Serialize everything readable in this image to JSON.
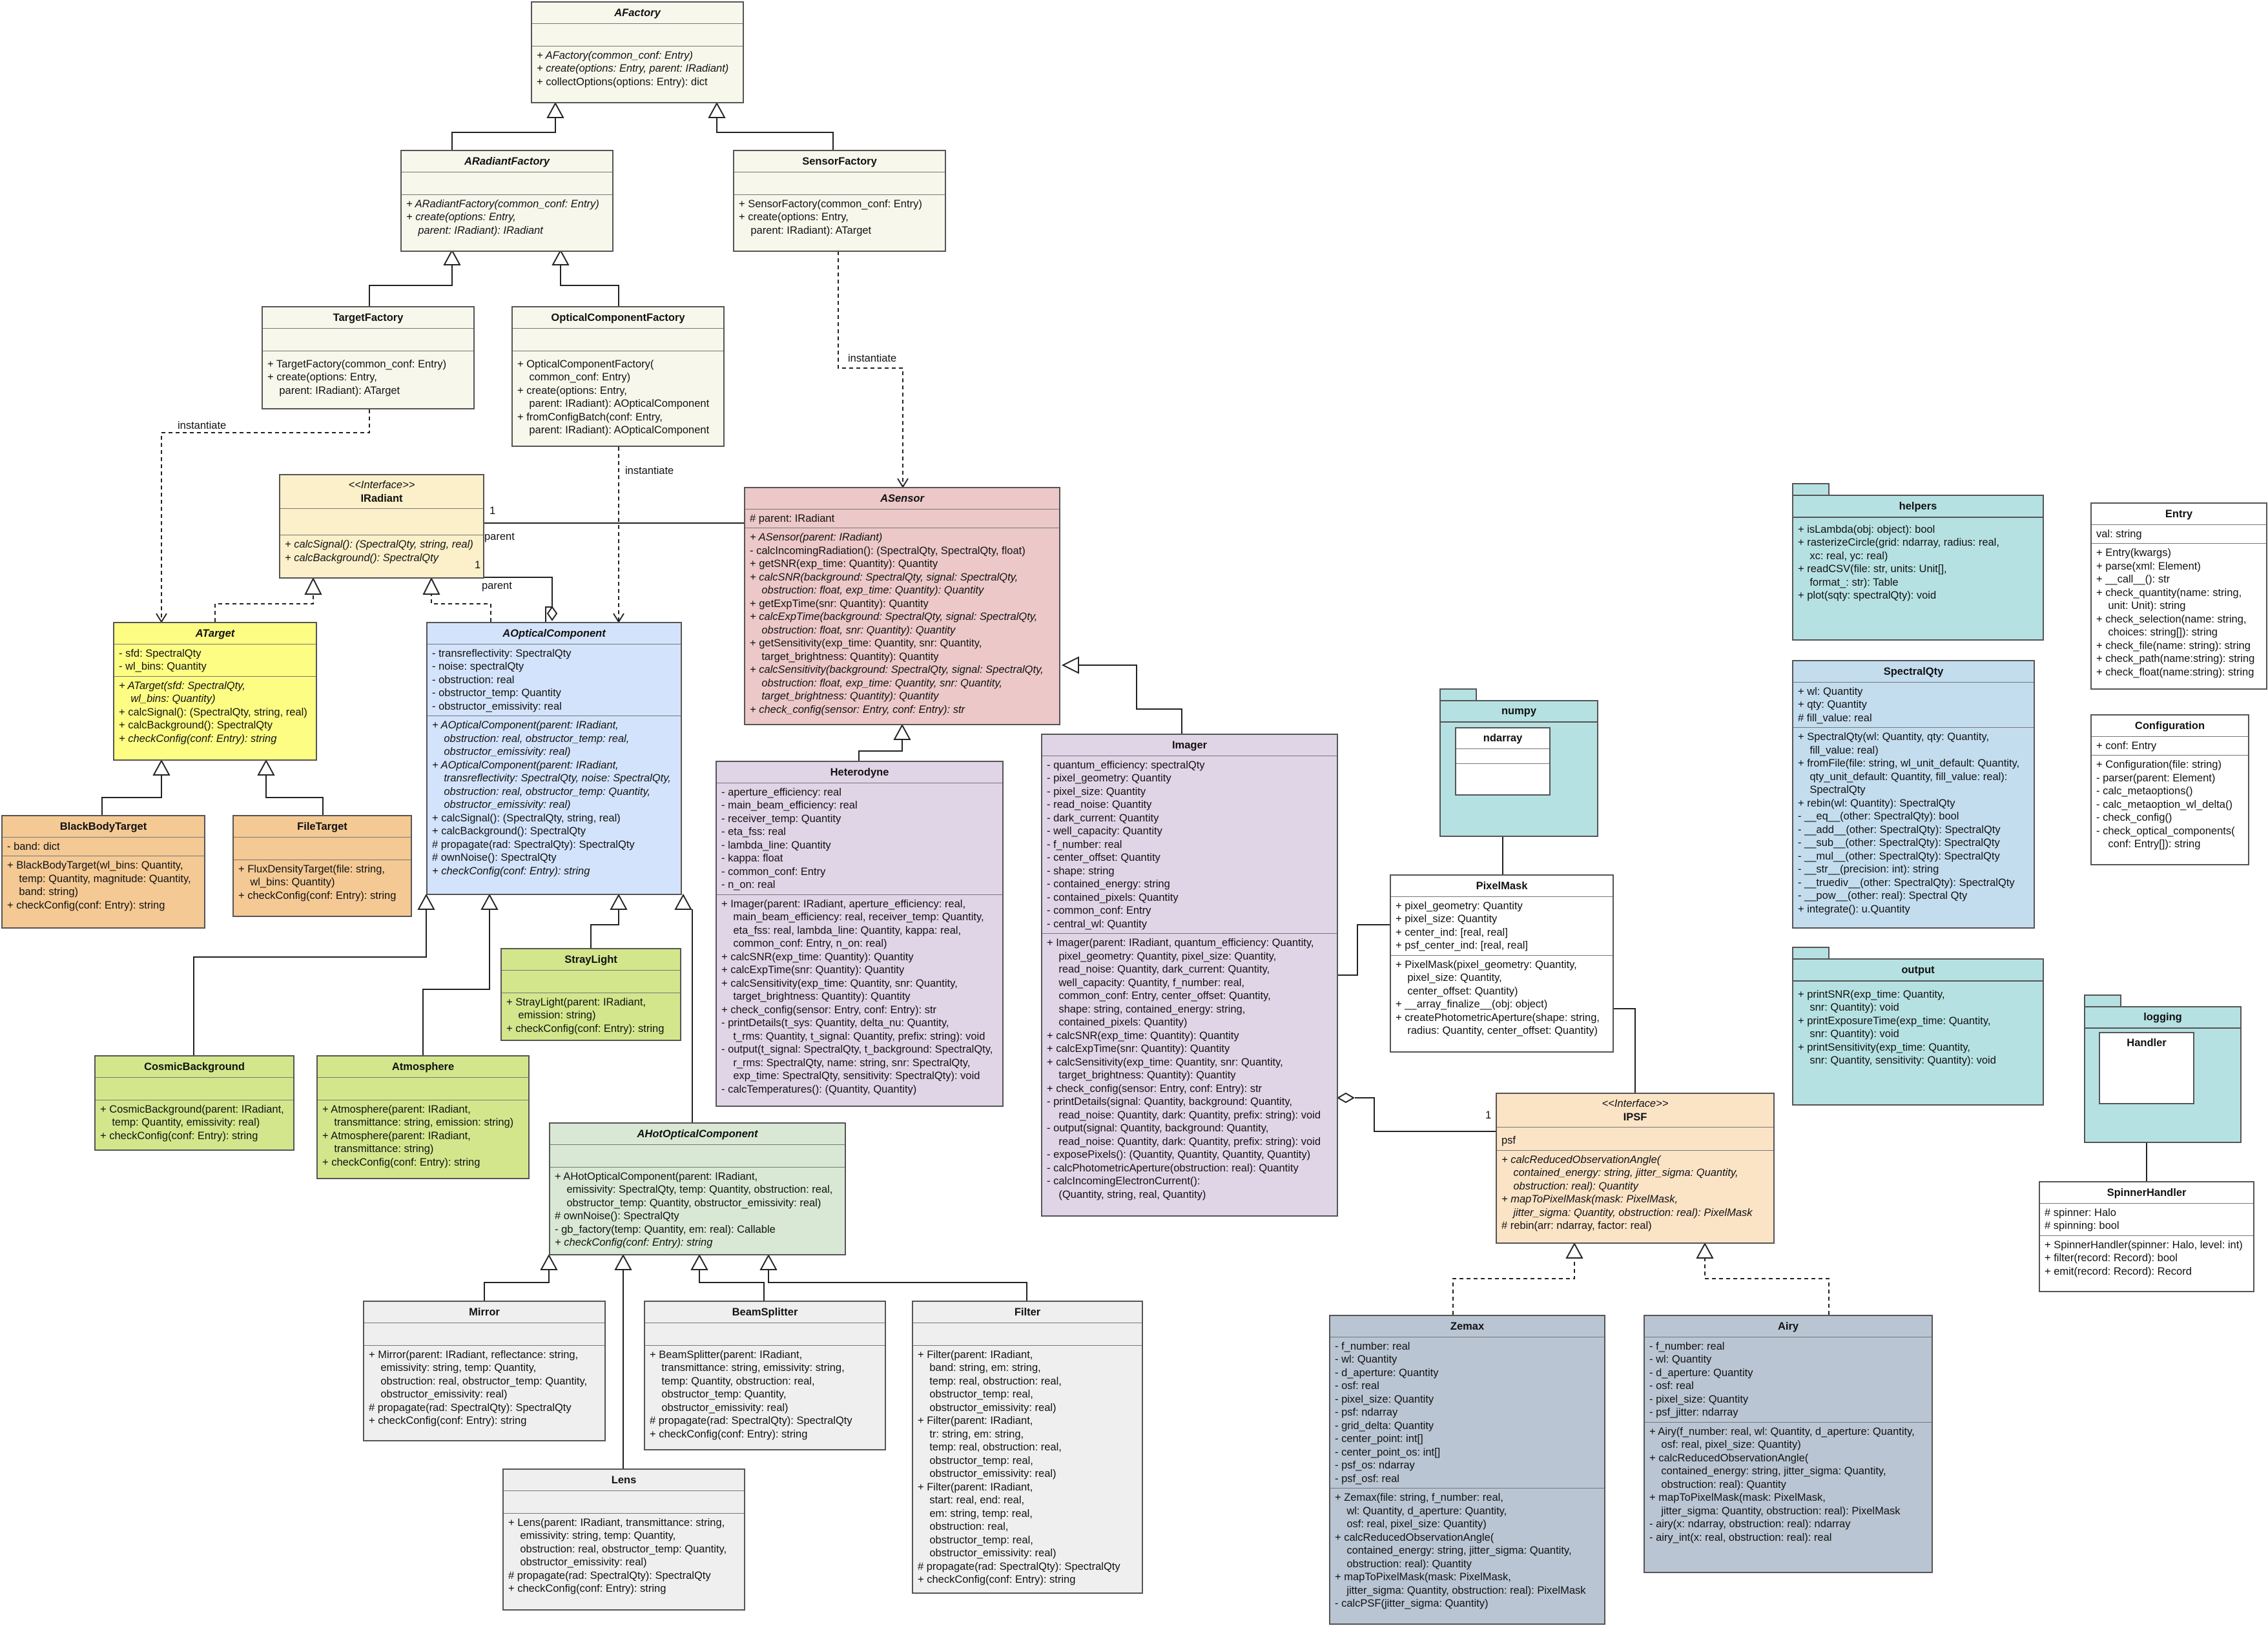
{
  "classes": {
    "afactory": {
      "name": "AFactory",
      "ops": [
        "+ AFactory(common_conf: Entry)",
        "+ create(options: Entry, parent: IRadiant)",
        "+ collectOptions(options: Entry): dict"
      ]
    },
    "aradiantfactory": {
      "name": "ARadiantFactory",
      "ops": [
        "+ ARadiantFactory(common_conf: Entry)",
        "+ create(options: Entry,\n    parent: IRadiant): IRadiant"
      ]
    },
    "sensorfactory": {
      "name": "SensorFactory",
      "ops": [
        "+ SensorFactory(common_conf: Entry)",
        "+ create(options: Entry,\n    parent: IRadiant): ATarget"
      ]
    },
    "targetfactory": {
      "name": "TargetFactory",
      "ops": [
        "+ TargetFactory(common_conf: Entry)",
        "+ create(options: Entry,\n    parent: IRadiant): ATarget"
      ]
    },
    "opticalcomponentfactory": {
      "name": "OpticalComponentFactory",
      "ops": [
        "+ OpticalComponentFactory(\n    common_conf: Entry)",
        "+ create(options: Entry,\n    parent: IRadiant): AOpticalComponent",
        "+ fromConfigBatch(conf: Entry,\n    parent: IRadiant): AOpticalComponent"
      ]
    },
    "iradiant": {
      "stereotype": "<<Interface>>",
      "name": "IRadiant",
      "ops": [
        "+ calcSignal(): (SpectralQty, string, real)",
        "+ calcBackground(): SpectralQty"
      ]
    },
    "asensor": {
      "name": "ASensor",
      "attrs": [
        "# parent: IRadiant"
      ],
      "ops": [
        "+ ASensor(parent: IRadiant)",
        "- calcIncomingRadiation(): (SpectralQty, SpectralQty, float)",
        "+ getSNR(exp_time: Quantity): Quantity",
        "+ calcSNR(background: SpectralQty, signal: SpectralQty,\n    obstruction: float, exp_time: Quantity): Quantity",
        "+ getExpTime(snr: Quantity): Quantity",
        "+ calcExpTime(background: SpectralQty, signal: SpectralQty,\n    obstruction: float, snr: Quantity): Quantity",
        "+ getSensitivity(exp_time: Quantity, snr: Quantity,\n    target_brightness: Quantity): Quantity",
        "+ calcSensitivity(background: SpectralQty, signal: SpectralQty,\n    obstruction: float, exp_time: Quantity, snr: Quantity,\n    target_brightness: Quantity): Quantity",
        "+ check_config(sensor: Entry, conf: Entry): str"
      ]
    },
    "atarget": {
      "name": "ATarget",
      "attrs": [
        "- sfd: SpectralQty",
        "- wl_bins: Quantity"
      ],
      "ops": [
        "+ ATarget(sfd: SpectralQty,\n    wl_bins: Quantity)",
        "+ calcSignal(): (SpectralQty, string, real)",
        "+ calcBackground(): SpectralQty",
        "+ checkConfig(conf: Entry): string"
      ]
    },
    "aopticalcomponent": {
      "name": "AOpticalComponent",
      "attrs": [
        "- transreflectivity: SpectralQty",
        "- noise: spectralQty",
        "- obstruction: real",
        "- obstructor_temp: Quantity",
        "- obstructor_emissivity: real"
      ],
      "ops": [
        "+ AOpticalComponent(parent: IRadiant,\n    obstruction: real, obstructor_temp: real,\n    obstructor_emissivity: real)",
        "+ AOpticalComponent(parent: IRadiant,\n    transreflectivity: SpectralQty, noise: SpectralQty,\n    obstruction: real, obstructor_temp: Quantity,\n    obstructor_emissivity: real)",
        "+ calcSignal(): (SpectralQty, string, real)",
        "+ calcBackground(): SpectralQty",
        "# propagate(rad: SpectralQty): SpectralQty",
        "# ownNoise(): SpectralQty",
        "+ checkConfig(conf: Entry): string"
      ]
    },
    "heterodyne": {
      "name": "Heterodyne",
      "attrs": [
        "- aperture_efficiency: real",
        "- main_beam_efficiency: real",
        "- receiver_temp: Quantity",
        "- eta_fss: real",
        "- lambda_line: Quantity",
        "- kappa: float",
        "- common_conf: Entry",
        "- n_on: real"
      ],
      "ops": [
        "+ Imager(parent: IRadiant, aperture_efficiency: real,\n    main_beam_efficiency: real, receiver_temp: Quantity,\n    eta_fss: real, lambda_line: Quantity, kappa: real,\n    common_conf: Entry, n_on: real)",
        "+ calcSNR(exp_time: Quantity): Quantity",
        "+ calcExpTime(snr: Quantity): Quantity",
        "+ calcSensitivity(exp_time: Quantity, snr: Quantity,\n    target_brightness: Quantity): Quantity",
        "+ check_config(sensor: Entry, conf: Entry): str",
        "- printDetails(t_sys: Quantity, delta_nu: Quantity,\n    t_rms: Quantity, t_signal: Quantity, prefix: string): void",
        "- output(t_signal: SpectralQty, t_background: SpectralQty,\n    r_rms: SpectralQty, name: string, snr: SpectralQty,\n    exp_time: SpectralQty, sensitivity: SpectralQty): void",
        "- calcTemperatures(): (Quantity, Quantity)"
      ]
    },
    "imager": {
      "name": "Imager",
      "attrs": [
        "- quantum_efficiency: spectralQty",
        "- pixel_geometry: Quantity",
        "- pixel_size: Quantity",
        "- read_noise: Quantity",
        "- dark_current: Quantity",
        "- well_capacity: Quantity",
        "- f_number: real",
        "- center_offset: Quantity",
        "- shape: string",
        "- contained_energy: string",
        "- contained_pixels: Quantity",
        "- common_conf: Entry",
        "- central_wl: Quantity"
      ],
      "ops": [
        "+ Imager(parent: IRadiant, quantum_efficiency: Quantity,\n    pixel_geometry: Quantity, pixel_size: Quantity,\n    read_noise: Quantity, dark_current: Quantity,\n    well_capacity: Quantity, f_number: real,\n    common_conf: Entry, center_offset: Quantity,\n    shape: string, contained_energy: string,\n    contained_pixels: Quantity)",
        "+ calcSNR(exp_time: Quantity): Quantity",
        "+ calcExpTime(snr: Quantity): Quantity",
        "+ calcSensitivity(exp_time: Quantity, snr: Quantity,\n    target_brightness: Quantity): Quantity",
        "+ check_config(sensor: Entry, conf: Entry): str",
        "- printDetails(signal: Quantity, background: Quantity,\n    read_noise: Quantity, dark: Quantity, prefix: string): void",
        "- output(signal: Quantity, background: Quantity,\n    read_noise: Quantity, dark: Quantity, prefix: string): void",
        "- exposePixels(): (Quantity, Quantity, Quantity, Quantity)",
        "- calcPhotometricAperture(obstruction: real): Quantity",
        "- calcIncomingElectronCurrent():\n    (Quantity, string, real, Quantity)"
      ]
    },
    "blackbodytarget": {
      "name": "BlackBodyTarget",
      "attrs": [
        "- band: dict"
      ],
      "ops": [
        "+ BlackBodyTarget(wl_bins: Quantity,\n    temp: Quantity, magnitude: Quantity,\n    band: string)",
        "+ checkConfig(conf: Entry): string"
      ]
    },
    "filetarget": {
      "name": "FileTarget",
      "ops": [
        "+ FluxDensityTarget(file: string,\n    wl_bins: Quantity)",
        "+ checkConfig(conf: Entry): string"
      ]
    },
    "straylight": {
      "name": "StrayLight",
      "ops": [
        "+ StrayLight(parent: IRadiant,\n    emission: string)",
        "+ checkConfig(conf: Entry): string"
      ]
    },
    "cosmicbackground": {
      "name": "CosmicBackground",
      "ops": [
        "+ CosmicBackground(parent: IRadiant,\n    temp: Quantity, emissivity: real)",
        "+ checkConfig(conf: Entry): string"
      ]
    },
    "atmosphere": {
      "name": "Atmosphere",
      "ops": [
        "+ Atmosphere(parent: IRadiant,\n    transmittance: string, emission: string)",
        "+ Atmosphere(parent: IRadiant,\n    transmittance: string)",
        "+ checkConfig(conf: Entry): string"
      ]
    },
    "ahotopticalcomponent": {
      "name": "AHotOpticalComponent",
      "ops": [
        "+ AHotOpticalComponent(parent: IRadiant,\n    emissivity: SpectralQty, temp: Quantity, obstruction: real,\n    obstructor_temp: Quantity, obstructor_emissivity: real)",
        "# ownNoise(): SpectralQty",
        "- gb_factory(temp: Quantity, em: real): Callable",
        "+ checkConfig(conf: Entry): string"
      ]
    },
    "mirror": {
      "name": "Mirror",
      "ops": [
        "+ Mirror(parent: IRadiant, reflectance: string,\n    emissivity: string, temp: Quantity,\n    obstruction: real, obstructor_temp: Quantity,\n    obstructor_emissivity: real)",
        "# propagate(rad: SpectralQty): SpectralQty",
        "+ checkConfig(conf: Entry): string"
      ]
    },
    "beamsplitter": {
      "name": "BeamSplitter",
      "ops": [
        "+ BeamSplitter(parent: IRadiant,\n    transmittance: string, emissivity: string,\n    temp: Quantity, obstruction: real,\n    obstructor_temp: Quantity,\n    obstructor_emissivity: real)",
        "# propagate(rad: SpectralQty): SpectralQty",
        "+ checkConfig(conf: Entry): string"
      ]
    },
    "filter": {
      "name": "Filter",
      "ops": [
        "+ Filter(parent: IRadiant,\n    band: string, em: string,\n    temp: real, obstruction: real,\n    obstructor_temp: real,\n    obstructor_emissivity: real)",
        "+ Filter(parent: IRadiant,\n    tr: string, em: string,\n    temp: real, obstruction: real,\n    obstructor_temp: real,\n    obstructor_emissivity: real)",
        "+ Filter(parent: IRadiant,\n    start: real, end: real,\n    em: string, temp: real,\n    obstruction: real,\n    obstructor_temp: real,\n    obstructor_emissivity: real)",
        "# propagate(rad: SpectralQty): SpectralQty",
        "+ checkConfig(conf: Entry): string"
      ]
    },
    "lens": {
      "name": "Lens",
      "ops": [
        "+ Lens(parent: IRadiant, transmittance: string,\n    emissivity: string, temp: Quantity,\n    obstruction: real, obstructor_temp: Quantity,\n    obstructor_emissivity: real)",
        "# propagate(rad: SpectralQty): SpectralQty",
        "+ checkConfig(conf: Entry): string"
      ]
    },
    "pixelmask": {
      "name": "PixelMask",
      "attrs": [
        "+ pixel_geometry: Quantity",
        "+ pixel_size: Quantity",
        "+ center_ind: [real, real]",
        "+ psf_center_ind: [real, real]"
      ],
      "ops": [
        "+ PixelMask(pixel_geometry: Quantity,\n    pixel_size: Quantity,\n    center_offset: Quantity)",
        "+ __array_finalize__(obj: object)",
        "+ createPhotometricAperture(shape: string,\n    radius: Quantity, center_offset: Quantity)"
      ]
    },
    "ipsf": {
      "stereotype": "<<Interface>>",
      "name": "IPSF",
      "attrs": [
        "psf"
      ],
      "ops": [
        "+ calcReducedObservationAngle(\n    contained_energy: string, jitter_sigma: Quantity,\n    obstruction: real): Quantity",
        "+ mapToPixelMask(mask: PixelMask,\n    jitter_sigma: Quantity, obstruction: real): PixelMask",
        "# rebin(arr: ndarray, factor: real)"
      ]
    },
    "zemax": {
      "name": "Zemax",
      "attrs": [
        "- f_number: real",
        "- wl: Quantity",
        "- d_aperture: Quantity",
        "- osf: real",
        "- pixel_size: Quantity",
        "- psf: ndarray",
        "- grid_delta: Quantity",
        "- center_point: int[]",
        "- center_point_os: int[]",
        "- psf_os: ndarray",
        "- psf_osf: real"
      ],
      "ops": [
        "+ Zemax(file: string, f_number: real,\n    wl: Quantity, d_aperture: Quantity,\n    osf: real, pixel_size: Quantity)",
        "+ calcReducedObservationAngle(\n    contained_energy: string, jitter_sigma: Quantity,\n    obstruction: real): Quantity",
        "+ mapToPixelMask(mask: PixelMask,\n    jitter_sigma: Quantity, obstruction: real): PixelMask",
        "- calcPSF(jitter_sigma: Quantity)"
      ]
    },
    "airy": {
      "name": "Airy",
      "attrs": [
        "- f_number: real",
        "- wl: Quantity",
        "- d_aperture: Quantity",
        "- osf: real",
        "- pixel_size: Quantity",
        "- psf_jitter: ndarray"
      ],
      "ops": [
        "+ Airy(f_number: real, wl: Quantity, d_aperture: Quantity,\n    osf: real, pixel_size: Quantity)",
        "+ calcReducedObservationAngle(\n    contained_energy: string, jitter_sigma: Quantity,\n    obstruction: real): Quantity",
        "+ mapToPixelMask(mask: PixelMask,\n    jitter_sigma: Quantity, obstruction: real): PixelMask",
        "- airy(x: ndarray, obstruction: real): ndarray",
        "- airy_int(x: real, obstruction: real): real"
      ]
    },
    "helpers": {
      "name": "helpers",
      "ops": [
        "+ isLambda(obj: object): bool",
        "+ rasterizeCircle(grid: ndarray, radius: real,\n    xc: real, yc: real)",
        "+ readCSV(file: str, units: Unit[],\n    format_: str): Table",
        "+ plot(sqty: spectralQty): void"
      ]
    },
    "spectralqty": {
      "name": "SpectralQty",
      "attrs": [
        "+ wl: Quantity",
        "+ qty: Quantity",
        "# fill_value: real"
      ],
      "ops": [
        "+ SpectralQty(wl: Quantity, qty: Quantity,\n    fill_value: real)",
        "+ fromFile(file: string, wl_unit_default: Quantity,\n    qty_unit_default: Quantity, fill_value: real):\n    SpectralQty",
        "+ rebin(wl: Quantity): SpectralQty",
        "- __eq__(other: SpectralQty): bool",
        "- __add__(other: SpectralQty): SpectralQty",
        "- __sub__(other: SpectralQty): SpectralQty",
        "- __mul__(other: SpectralQty): SpectralQty",
        "- __str__(precision: int): string",
        "- __truediv__(other: SpectralQty): SpectralQty",
        "- __pow__(other: real): Spectral Qty",
        "+ integrate(): u.Quantity"
      ]
    },
    "output": {
      "name": "output",
      "ops": [
        "+ printSNR(exp_time: Quantity,\n    snr: Quantity): void",
        "+ printExposureTime(exp_time: Quantity,\n    snr: Quantity): void",
        "+ printSensitivity(exp_time: Quantity,\n    snr: Quantity, sensitivity: Quantity): void"
      ]
    },
    "entry": {
      "name": "Entry",
      "attrs": [
        "val: string"
      ],
      "ops": [
        "+ Entry(kwargs)",
        "+ parse(xml: Element)",
        "+ __call__(): str",
        "+ check_quantity(name: string,\n    unit: Unit): string",
        "+ check_selection(name: string,\n    choices: string[]): string",
        "+ check_file(name: string): string",
        "+ check_path(name:string): string",
        "+ check_float(name:string): string"
      ]
    },
    "configuration": {
      "name": "Configuration",
      "attrs": [
        "+ conf: Entry"
      ],
      "ops": [
        "+ Configuration(file: string)",
        "- parser(parent: Element)",
        "- calc_metaoptions()",
        "- calc_metaoption_wl_delta()",
        "- check_config()",
        "- check_optical_components(\n    conf: Entry[]): string"
      ]
    },
    "spinnerhandler": {
      "name": "SpinnerHandler",
      "attrs": [
        "# spinner: Halo",
        "# spinning: bool"
      ],
      "ops": [
        "+ SpinnerHandler(spinner: Halo, level: int)",
        "+ filter(record: Record): bool",
        "+ emit(record: Record): Record"
      ]
    }
  },
  "packages": {
    "numpy": {
      "name": "numpy",
      "inner": "ndarray"
    },
    "logging": {
      "name": "logging",
      "inner": "Handler"
    }
  },
  "labels": {
    "instantiate1": "instantiate",
    "instantiate2": "instantiate",
    "instantiate3": "instantiate",
    "parent1": "parent",
    "parent2": "parent",
    "one1": "1",
    "one2": "1",
    "one3": "1",
    "psf": "psf"
  },
  "colors": {
    "beige": "#f7f7ec",
    "yellow_light": "#fbf0c9",
    "yellow": "#fdfd83",
    "red": "#ecc8c8",
    "blue": "#d3e3fb",
    "purple": "#e0d5e7",
    "orange": "#f4c994",
    "green": "#d4e68c",
    "sage": "#d9e8d4",
    "gray": "#efefef",
    "white": "#ffffff",
    "ipsf": "#fbe3c6",
    "slate": "#b9c5d3",
    "teal": "#b6e1e2",
    "lightblue": "#c3ddef"
  }
}
